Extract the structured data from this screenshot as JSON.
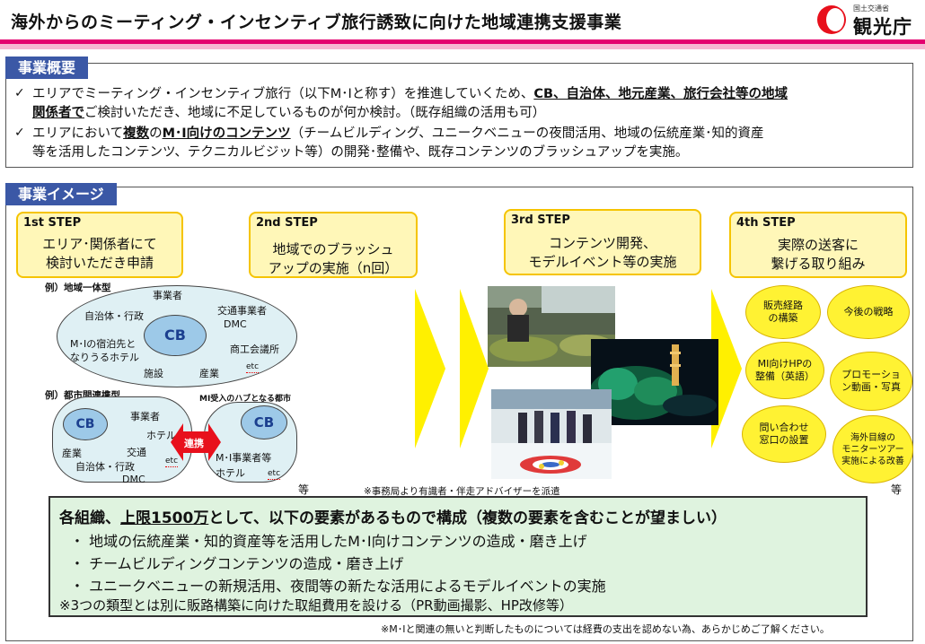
{
  "header": {
    "title": "海外からのミーティング・インセンティブ旅行誘致に向けた地域連携支援事業",
    "logo_small": "国土交通省",
    "logo_main": "観光庁"
  },
  "overview": {
    "label": "事業概要",
    "check": "✓",
    "line1a": "エリアでミーティング・インセンティブ旅行（以下M･Iと称す）を推進していくため、",
    "line1b": "CB、自治体、地元産業、旅行会社等の地域",
    "line2a": "関係者で",
    "line2b": "ご検討いただき、地域に不足しているものが何か検討。（既存組織の活用も可）",
    "line3a": "エリアにおいて",
    "line3b": "複数",
    "line3c": "の",
    "line3d": "M･I向けのコンテンツ",
    "line3e": "（チームビルディング、ユニークベニューの夜間活用、地域の伝統産業･知的資産",
    "line4": "等を活用したコンテンツ、テクニカルビジット等）の開発･整備や、既存コンテンツのブラッシュアップを実施。"
  },
  "image_section": {
    "label": "事業イメージ",
    "steps": [
      {
        "title": "1st STEP",
        "line1": "エリア･関係者にて",
        "line2": "検討いただき申請"
      },
      {
        "title": "2nd STEP",
        "line1": "地域でのブラッシュ",
        "line2": "アップの実施（n回）"
      },
      {
        "title": "3rd STEP",
        "line1": "コンテンツ開発、",
        "line2": "モデルイベント等の実施"
      },
      {
        "title": "4th STEP",
        "line1": "実際の送客に",
        "line2": "繋げる取り組み"
      }
    ],
    "diagram1": {
      "label": "例）地域一体型",
      "cb": "CB",
      "items": [
        "事業者",
        "自治体・行政",
        "交通事業者",
        "DMC",
        "M･Iの宿泊先と",
        "なりうるホテル",
        "商工会議所",
        "施設",
        "産業",
        "etc"
      ]
    },
    "diagram2": {
      "label": "例）都市間連携型",
      "label2": "MI受入のハブとなる都市",
      "cb": "CB",
      "link": "連携",
      "left_items": [
        "事業者",
        "ホテル",
        "産業",
        "交通",
        "自治体・行政",
        "etc",
        "DMC"
      ],
      "right_items": [
        "M･I事業者等",
        "ホテル",
        "etc"
      ],
      "tail": "等"
    },
    "note_advisor": "※事務局より有識者・伴走アドバイザーを派遣",
    "bubbles": [
      {
        "line1": "販売経路",
        "line2": "の構築"
      },
      {
        "line1": "今後の戦略",
        "line2": ""
      },
      {
        "line1": "MI向けHPの",
        "line2": "整備（英語）"
      },
      {
        "line1": "プロモーショ",
        "line2": "ン動画・写真"
      },
      {
        "line1": "問い合わせ",
        "line2": "窓口の設置"
      },
      {
        "line1": "海外目線の",
        "line2": "モニターツアー",
        "line3": "実施による改善"
      }
    ],
    "bubble_tail": "等"
  },
  "summary": {
    "head_a": "各組織、",
    "head_b": "上限1500万",
    "head_c": "として、以下の要素があるもので構成（複数の要素を含むことが望ましい）",
    "items": [
      "・  地域の伝統産業・知的資産等を活用したM･I向けコンテンツの造成・磨き上げ",
      "・  チームビルディングコンテンツの造成・磨き上げ",
      "・  ユニークベニューの新規活用、夜間等の新たな活用によるモデルイベントの実施"
    ],
    "note": "※3つの類型とは別に販路構築に向けた取組費用を設ける（PR動画撮影、HP改修等）"
  },
  "footer_note": "※M･Iと関連の無いと判断したものについては経費の支出を認めない為、あらかじめご了解ください。",
  "colors": {
    "accent_pink": "#e4006f",
    "label_blue": "#3b58a6",
    "step_yellow": "#fff7b8",
    "bubble_yellow": "#fff233",
    "summary_green": "#dff3df"
  }
}
